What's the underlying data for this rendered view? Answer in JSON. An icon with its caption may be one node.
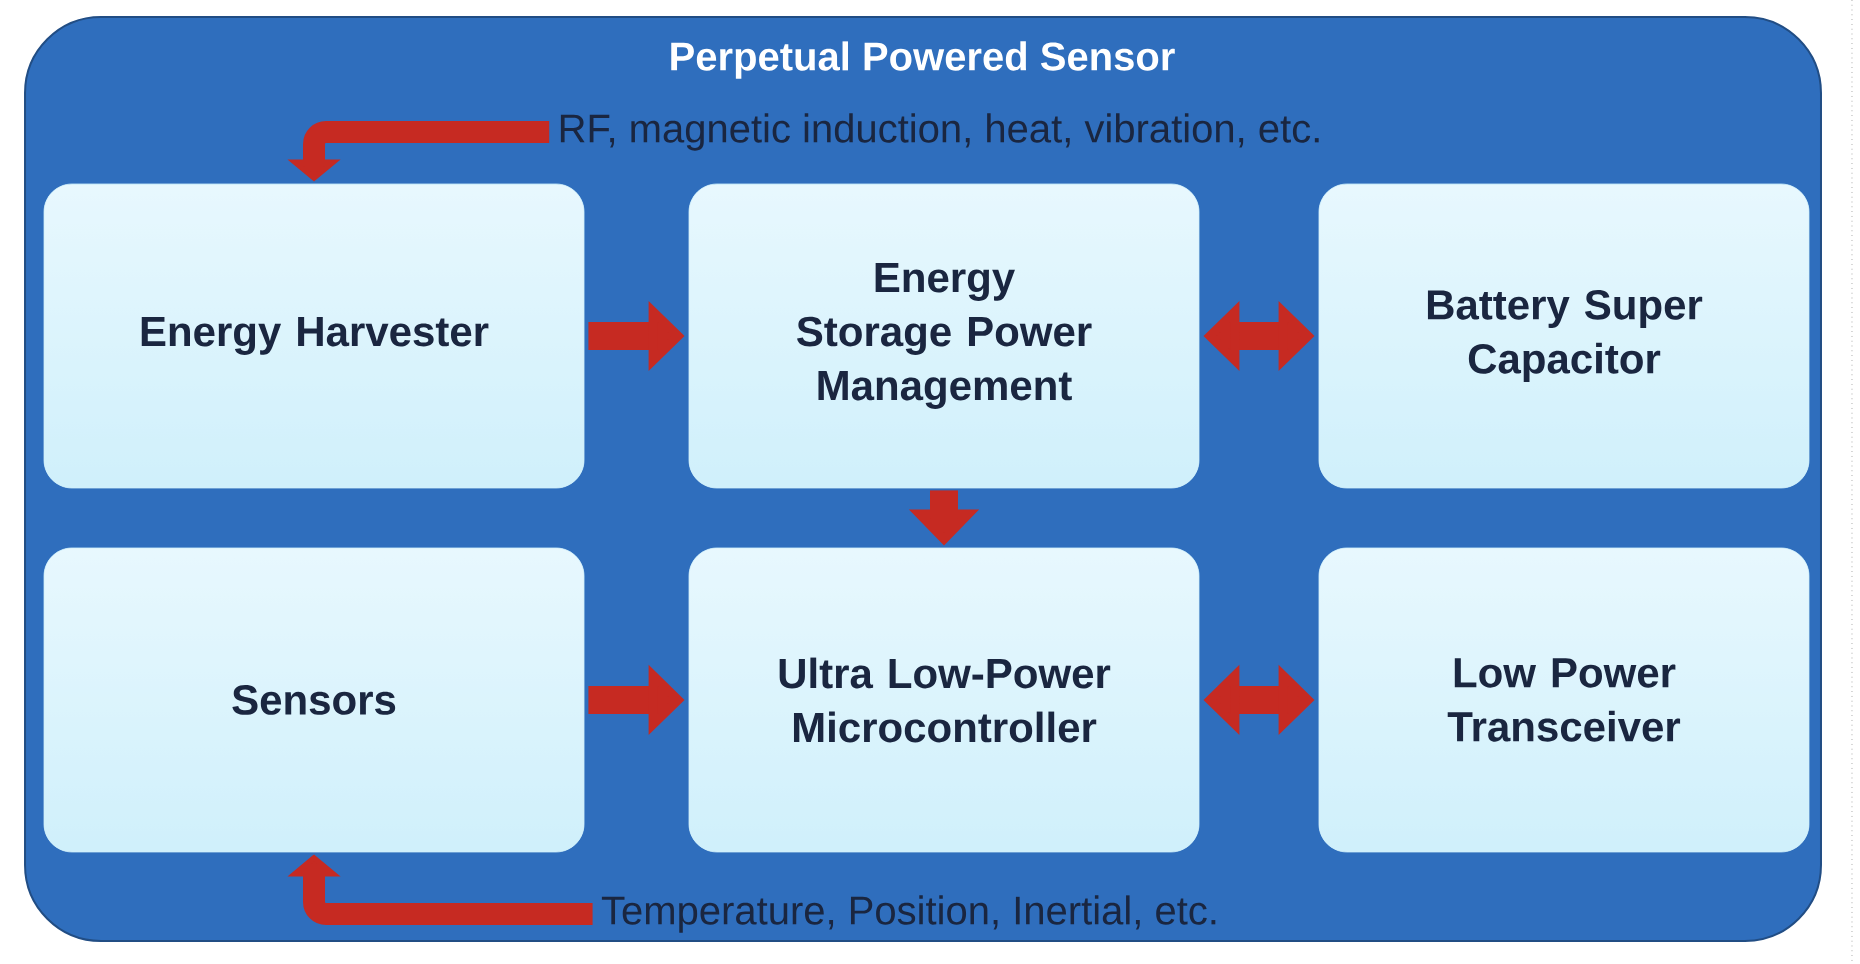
{
  "diagram": {
    "nodes": [
      {
        "text": [
          "Perpetual Powered Sensor"
        ]
      },
      {
        "text": [
          "RF, magnetic induction, heat, vibration, etc."
        ],
        "in": 0
      },
      {
        "text": [
          "Energy Harvester"
        ],
        "in": 0
      },
      {
        "text": [
          "Energy Storage Power Management"
        ],
        "in": 0
      },
      {
        "text": [
          "Battery Super Capacitor"
        ],
        "in": 0
      },
      {
        "text": [
          "Sensors"
        ],
        "in": 0
      },
      {
        "text": [
          "Ultra Low-Power Microcontroller"
        ],
        "in": 0
      },
      {
        "text": [
          "Low Power Transceiver"
        ],
        "in": 0
      },
      {
        "text": [
          "Temperature, Position, Inertial, etc."
        ],
        "in": 0
      }
    ],
    "edges": [
      {
        "from": 1,
        "to": 2,
        "arrow": "to"
      },
      {
        "from": 2,
        "to": 3,
        "arrow": "to"
      },
      {
        "from": 3,
        "to": 4,
        "arrow": "both"
      },
      {
        "from": 3,
        "to": 6,
        "arrow": "to"
      },
      {
        "from": 5,
        "to": 6,
        "arrow": "to"
      },
      {
        "from": 6,
        "to": 7,
        "arrow": "both"
      },
      {
        "from": 8,
        "to": 5,
        "arrow": "to"
      }
    ]
  }
}
